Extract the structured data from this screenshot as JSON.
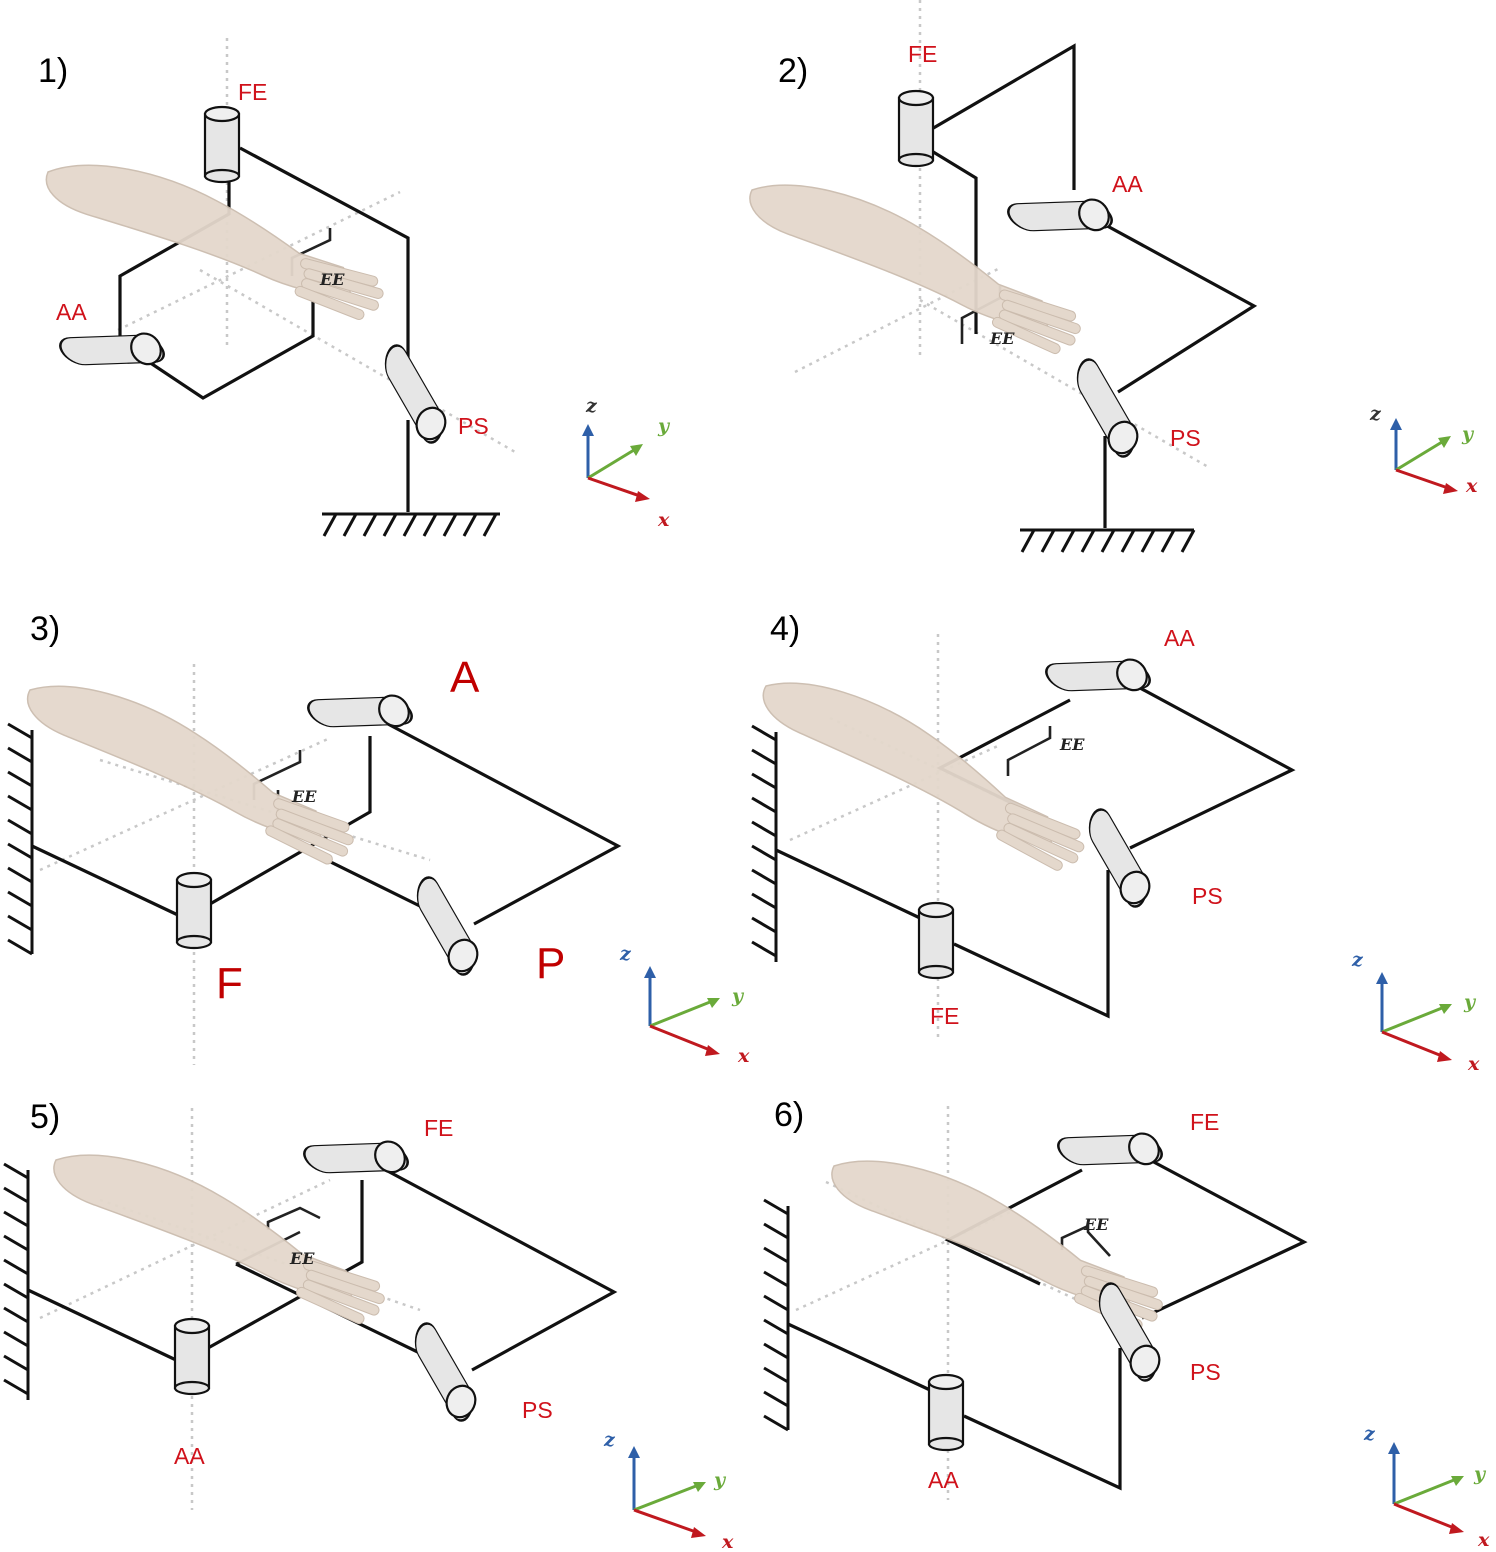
{
  "panels": [
    {
      "number": "1)",
      "joints": [
        "FE",
        "AA",
        "PS"
      ],
      "ee": "EE"
    },
    {
      "number": "2)",
      "joints": [
        "FE",
        "AA",
        "PS"
      ],
      "ee": "EE"
    },
    {
      "number": "3)",
      "joints": [
        "A",
        "F",
        "P"
      ],
      "ee": "EE"
    },
    {
      "number": "4)",
      "joints": [
        "AA",
        "PS",
        "FE"
      ],
      "ee": "EE"
    },
    {
      "number": "5)",
      "joints": [
        "FE",
        "PS",
        "AA"
      ],
      "ee": "EE"
    },
    {
      "number": "6)",
      "joints": [
        "FE",
        "PS",
        "AA"
      ],
      "ee": "EE"
    }
  ],
  "axes": {
    "z": "z",
    "y": "y",
    "x": "x"
  },
  "colors": {
    "label": "#d0121b",
    "z_axis": "#2e5fa8",
    "y_axis": "#6aaa3a",
    "x_axis": "#c0191f"
  }
}
